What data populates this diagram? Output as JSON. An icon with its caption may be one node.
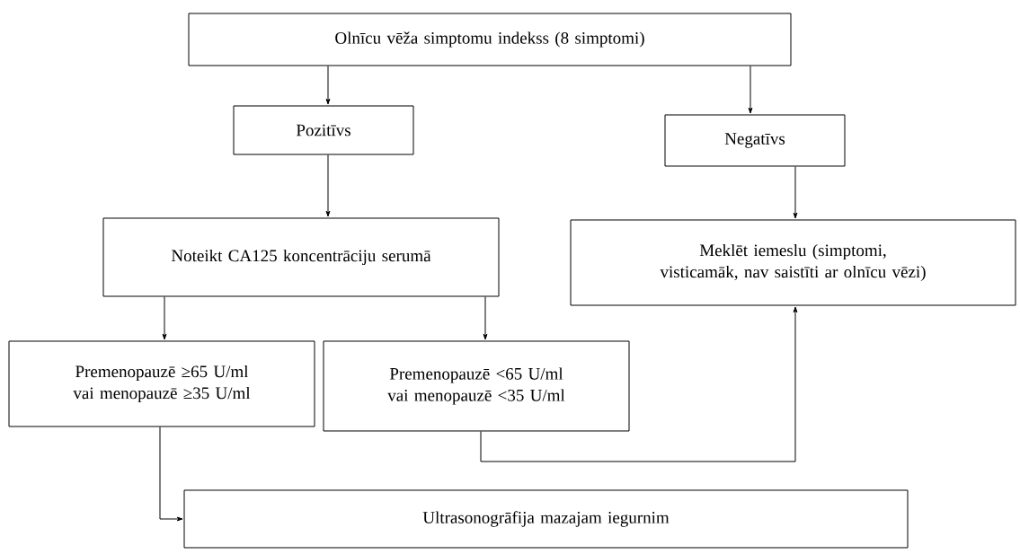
{
  "diagram": {
    "nodes": [
      {
        "text": [
          "Olnīcu vēža simptomu indekss (8 simptomi)"
        ]
      },
      {
        "text": [
          "Pozitīvs"
        ]
      },
      {
        "text": [
          "Negatīvs"
        ]
      },
      {
        "text": [
          "Noteikt CA125 koncentrāciju serumā"
        ]
      },
      {
        "text": [
          "Meklēt iemeslu (simptomi, visticamāk, nav saistīti ar olnīcu vēzi)"
        ]
      },
      {
        "text": [
          "Premenopauzē ≥65 U/ml vai menopauzē ≥35 U/ml"
        ]
      },
      {
        "text": [
          "Premenopauzē <65 U/ml vai menopauzē <35 U/ml"
        ]
      },
      {
        "text": [
          "Ultrasonogrāfija mazajam iegurnim"
        ]
      }
    ],
    "edges": [
      {
        "from": 0,
        "to": 1,
        "arrow": "to"
      },
      {
        "from": 0,
        "to": 2,
        "arrow": "to"
      },
      {
        "from": 1,
        "to": 3,
        "arrow": "to"
      },
      {
        "from": 2,
        "to": 4,
        "arrow": "to"
      },
      {
        "from": 3,
        "to": 5,
        "arrow": "to"
      },
      {
        "from": 3,
        "to": 6,
        "arrow": "to"
      },
      {
        "from": 5,
        "to": 7,
        "arrow": "to"
      },
      {
        "from": 6,
        "to": 4,
        "arrow": "to"
      }
    ]
  }
}
